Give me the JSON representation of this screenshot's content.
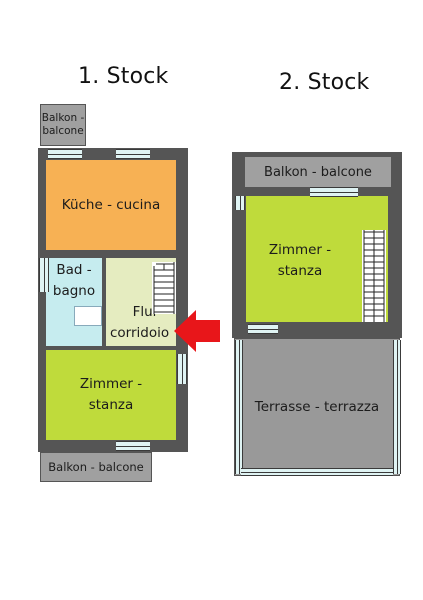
{
  "floors": {
    "first": {
      "title": "1. Stock",
      "rooms": {
        "balcony_top": [
          "Balkon -",
          "balcone"
        ],
        "kitchen": "Küche - cucina",
        "bathroom": [
          "Bad -",
          "bagno"
        ],
        "hallway": [
          "Flur -",
          "corridoio"
        ],
        "bedroom": [
          "Zimmer -",
          "stanza"
        ],
        "balcony_bottom": "Balkon - balcone"
      }
    },
    "second": {
      "title": "2. Stock",
      "rooms": {
        "balcony": "Balkon - balcone",
        "bedroom": [
          "Zimmer -",
          "stanza"
        ],
        "terrace": "Terrasse - terrazza"
      }
    }
  },
  "colors": {
    "wall": "#555555",
    "balcony": "#a0a0a0",
    "kitchen": "#f7b154",
    "bathroom": "#c6ecef",
    "hallway": "#e5ecc0",
    "bedroom": "#bfdb3b",
    "terrace": "#999999",
    "entrance_arrow": "#e8161a"
  },
  "icons": [
    "entrance-arrow-icon",
    "staircase-icon",
    "window-icon"
  ]
}
